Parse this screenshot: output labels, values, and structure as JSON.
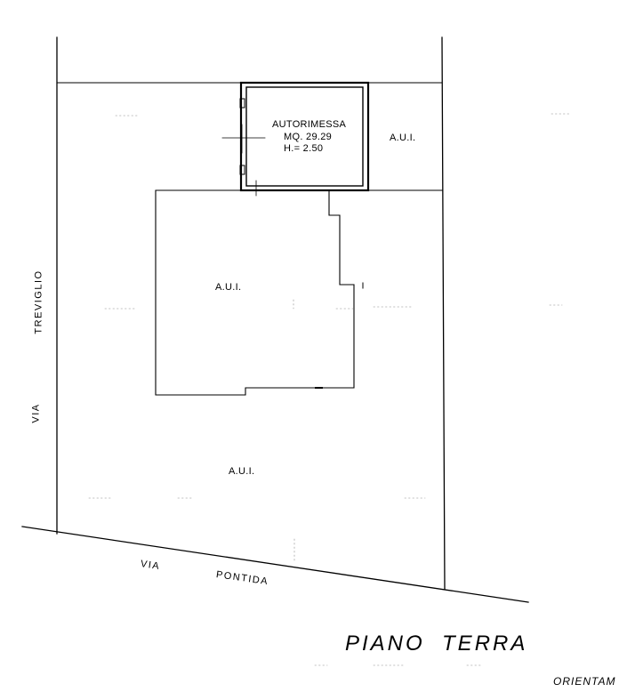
{
  "plan": {
    "garage": {
      "name": "AUTORIMESSA",
      "area": "MQ. 29.29",
      "height": "H.= 2.50"
    },
    "areas": {
      "aui_right": "A.U.I.",
      "aui_center": "A.U.I.",
      "aui_bottom": "A.U.I."
    },
    "streets": {
      "treviglio_via": "VIA",
      "treviglio_name": "TREVIGLIO",
      "pontida_via": "VIA",
      "pontida_name": "PONTIDA"
    },
    "floor_title": "PIANO  TERRA",
    "orientation_label": "ORIENTAM"
  }
}
